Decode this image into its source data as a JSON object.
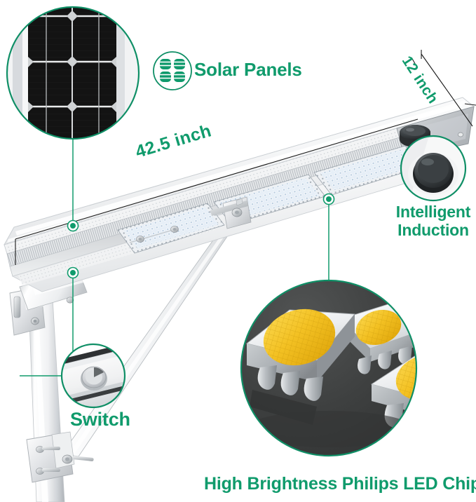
{
  "product": {
    "type": "solar-street-light-infographic",
    "background_color": "#ffffff",
    "accent_color": "#109B6C",
    "body_color": "#f2f3f4",
    "led_chip_phosphor_color": "#F2C029",
    "detail_dark_color": "#3b3b3b"
  },
  "callouts": {
    "solar_panels": {
      "label": "Solar Panels",
      "icon": "solar-cell-icon",
      "detail": "monocrystalline-solar-panel-closeup"
    },
    "intelligent_induction": {
      "line1": "Intelligent",
      "line2": "Induction",
      "detail": "motion-sensor-dome-closeup"
    },
    "switch": {
      "label": "Switch",
      "detail": "power-switch-button-closeup"
    },
    "led_chip": {
      "label": "High Brightness Philips LED Chip",
      "detail": "smd-led-chip-closeup"
    }
  },
  "dimensions": {
    "length": {
      "label": "42.5 inch",
      "value": 42.5,
      "unit": "inch",
      "axis": "length"
    },
    "depth": {
      "label": "12 inch",
      "value": 12,
      "unit": "inch",
      "axis": "width"
    }
  },
  "fixture": {
    "led_module_count": 3,
    "has_sensor_dome": true,
    "has_mounting_pole": true,
    "has_support_arm": true
  }
}
